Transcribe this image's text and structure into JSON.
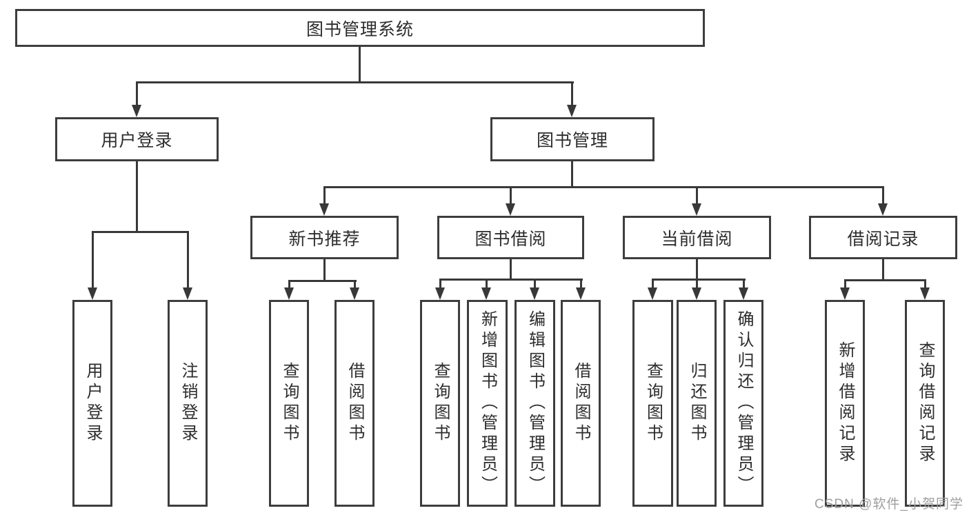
{
  "tree": {
    "label": "图书管理系统",
    "children": [
      {
        "label": "用户登录",
        "children": [
          {
            "label": "用户登录"
          },
          {
            "label": "注销登录"
          }
        ]
      },
      {
        "label": "图书管理",
        "children": [
          {
            "label": "新书推荐",
            "children": [
              {
                "label": "查询图书"
              },
              {
                "label": "借阅图书"
              }
            ]
          },
          {
            "label": "图书借阅",
            "children": [
              {
                "label": "查询图书"
              },
              {
                "label": "新增图书（管理员）"
              },
              {
                "label": "编辑图书（管理员）"
              },
              {
                "label": "借阅图书"
              }
            ]
          },
          {
            "label": "当前借阅",
            "children": [
              {
                "label": "查询图书"
              },
              {
                "label": "归还图书"
              },
              {
                "label": "确认归还（管理员）"
              }
            ]
          },
          {
            "label": "借阅记录",
            "children": [
              {
                "label": "新增借阅记录"
              },
              {
                "label": "查询借阅记录"
              }
            ]
          }
        ]
      }
    ]
  },
  "watermark": "CSDN @软件_小贺同学",
  "colors": {
    "line": "#383838",
    "border": "#3d3d3d",
    "text": "#2d2d2d",
    "watermark": "#9e9e9e",
    "background": "#ffffff"
  }
}
